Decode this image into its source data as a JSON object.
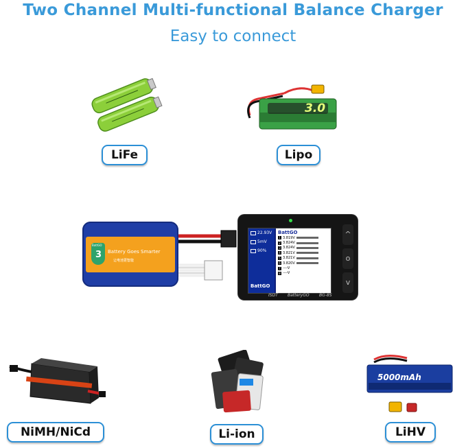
{
  "header": {
    "title": "Two Channel Multi-functional Balance Charger",
    "subtitle": "Easy to connect"
  },
  "badges": {
    "life": "LiFe",
    "lipo": "Lipo",
    "nimh": "NiMH/NiCd",
    "liion": "Li-ion",
    "lihv": "LiHV"
  },
  "battery_pack": {
    "brand": "BattGO",
    "label_text": "Battery Goes Smarter",
    "chinese_text": "让电池更智能",
    "shield_number": "3"
  },
  "lipo_label": "3.0",
  "lihv_label": "5000mAh",
  "charger": {
    "status": [
      {
        "icon": "battery-icon",
        "value": "22.93V"
      },
      {
        "icon": "wave-icon",
        "value": "5mV"
      },
      {
        "icon": "gauge-icon",
        "value": "90%"
      }
    ],
    "screen_brand": "BattGO",
    "header": "BattGO",
    "cells": [
      {
        "n": "1",
        "v": "3.819V"
      },
      {
        "n": "2",
        "v": "3.824V"
      },
      {
        "n": "3",
        "v": "3.824V"
      },
      {
        "n": "4",
        "v": "3.821V"
      },
      {
        "n": "5",
        "v": "3.821V"
      },
      {
        "n": "6",
        "v": "3.820V"
      },
      {
        "n": "7",
        "v": "----V"
      },
      {
        "n": "8",
        "v": "----V"
      }
    ],
    "brand_label": "ISDT",
    "product_label": "BatteryGO",
    "model_label": "BG-8S",
    "buttons": [
      "^",
      "o",
      "v"
    ]
  },
  "colors": {
    "accent": "#3a9ad9",
    "badge_border": "#2b8fd6"
  }
}
